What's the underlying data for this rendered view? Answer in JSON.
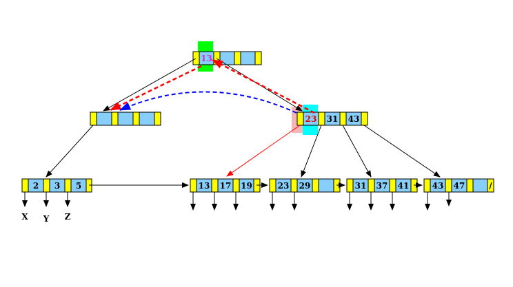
{
  "colors": {
    "pointer_cell": "#ffff00",
    "key_cell": "#87cefa",
    "outline": "#000000",
    "green_highlight": "#00ff00",
    "cyan_highlight": "#00ffff",
    "pink_highlight": "#f4b6b6",
    "red_dashed": "#ff0000",
    "blue_dashed": "#0000ff",
    "red_arrow": "#ff0000",
    "magenta_key": "#cc33cc",
    "red_key": "#dd0000"
  },
  "nodes": {
    "root": {
      "keys": [
        "13",
        "",
        ""
      ]
    },
    "internal_left": {
      "keys": [
        "",
        "",
        ""
      ]
    },
    "internal_right": {
      "keys": [
        "23",
        "31",
        "43"
      ]
    },
    "leaf_1": {
      "keys": [
        "2",
        "3",
        "5"
      ]
    },
    "leaf_2": {
      "keys": [
        "13",
        "17",
        "19"
      ]
    },
    "leaf_3": {
      "keys": [
        "23",
        "29",
        ""
      ]
    },
    "leaf_4": {
      "keys": [
        "31",
        "37",
        "41"
      ]
    },
    "leaf_5": {
      "keys": [
        "43",
        "47",
        ""
      ],
      "null_marker": "/"
    }
  },
  "labels": {
    "x": "X",
    "y": "Y",
    "z": "Z"
  }
}
